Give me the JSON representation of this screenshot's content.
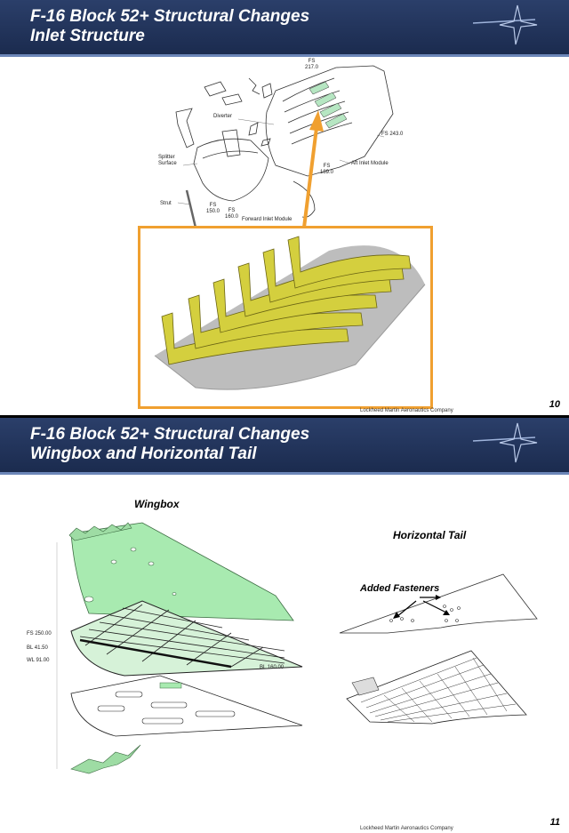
{
  "slides": [
    {
      "title_line1": "F-16 Block 52+ Structural Changes",
      "title_line2": "Inlet Structure",
      "page_number": "10",
      "footer": "Lockheed Martin Aeronautics Company",
      "labels": {
        "fs217": "FS\n217.0",
        "diverter": "Diverter",
        "splitter": "Splitter\nSurface",
        "fs243": "FS 243.0",
        "fs189": "FS\n189.0",
        "aft_inlet": "Aft Inlet Module",
        "strut": "Strut",
        "fs150": "FS\n150.0",
        "fs160": "FS\n160.0",
        "forward_inlet": "Forward Inlet Module"
      }
    },
    {
      "title_line1": "F-16 Block 52+ Structural Changes",
      "title_line2": "Wingbox and Horizontal Tail",
      "page_number": "11",
      "footer": "Lockheed Martin Aeronautics Company",
      "wingbox_label": "Wingbox",
      "htail_label": "Horizontal Tail",
      "fasteners_label": "Added Fasteners",
      "labels": {
        "fs": "FS 250.00",
        "bl": "BL 41.50",
        "wl": "WL 91.00",
        "bl2": "BL 160.00"
      }
    }
  ],
  "colors": {
    "header": "#1f3158",
    "highlight_box": "#f0a030",
    "part_yellow": "#c9c63a",
    "part_green": "#9ee6a6"
  }
}
